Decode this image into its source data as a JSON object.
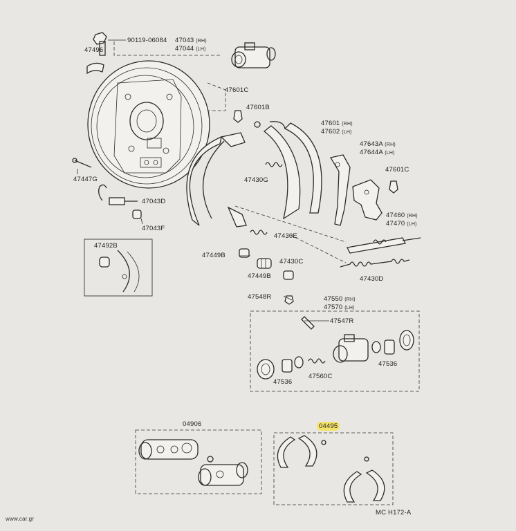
{
  "labels": {
    "p47496": "47496",
    "p90119": "90119-06084",
    "p47043": "47043",
    "p47044": "47044",
    "rh": "(RH)",
    "lh": "(LH)",
    "p47601C_a": "47601C",
    "p47601B": "47601B",
    "p47601": "47601",
    "p47602": "47602",
    "p47643A": "47643A",
    "p47644A": "47644A",
    "p47601C_b": "47601C",
    "p47430G": "47430G",
    "p47447G": "47447G",
    "p47043D": "47043D",
    "p47043F": "47043F",
    "p47460": "47460",
    "p47470": "47470",
    "p47430E": "47430E",
    "p47492B": "47492B",
    "p47449B_a": "47449B",
    "p47430C": "47430C",
    "p47449B_b": "47449B",
    "p47430D": "47430D",
    "p47548R": "47548R",
    "p47550": "47550",
    "p47570": "47570",
    "p47547R": "47547R",
    "p47536_a": "47536",
    "p47560C": "47560C",
    "p47536_b": "47536",
    "p04906": "04906",
    "p04495": "04495",
    "code": "MC H172-A",
    "watermark": "www.car.gr"
  },
  "colors": {
    "background": "#e9e7e3",
    "ink": "#2a2a2a",
    "highlight": "#f3e36a"
  }
}
